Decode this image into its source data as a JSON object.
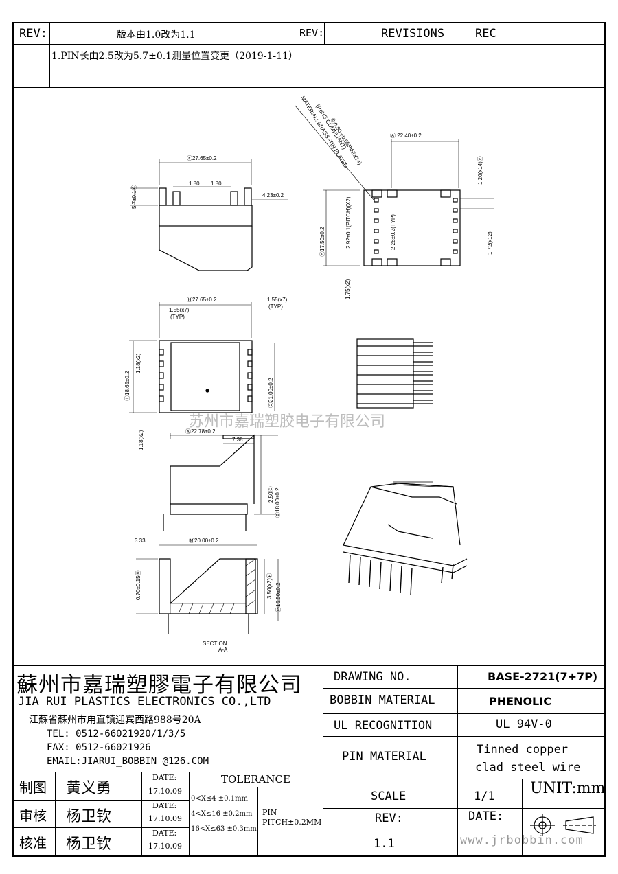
{
  "revision_table": {
    "rev_label_left": "REV:",
    "rev_note_1": "版本由1.0改为1.1",
    "rev_note_2": "1.PIN长由2.5改为5.7±0.1测量位置变更（2019-1-11）",
    "rev_label_right": "REV:",
    "revisions_label": "REVISIONS",
    "rec_label": "REC"
  },
  "drawing": {
    "material_note_1": "MATERIAL: BRASS -TIN PLATED",
    "material_note_2": "(RoHS COMPLIANT)",
    "pin_dim": "Ⓖ0.80 ±0.05PIN(X14)",
    "dim_a": "Ⓐ 22.40±0.2",
    "dim_e_top": "1.20(x14)Ⓔ",
    "dim_f": "Ⓕ27.65±0.2",
    "dim_g_top": "5.7±0.1Ⓖ",
    "dim_180a": "1.80",
    "dim_180b": "1.80",
    "dim_423": "4.23±0.2",
    "dim_pitch": "2.92±0.1(PITCH)(X2)",
    "dim_b": "Ⓑ17.50±0.2",
    "dim_228": "2.28±0.2(TYP)",
    "dim_172": "1.72(x12)",
    "dim_175": "1.75(x2)",
    "dim_h": "Ⓗ27.65±0.2",
    "dim_155a": "1.55(x7)",
    "dim_typa": "(TYP)",
    "dim_155b": "1.55(x7)",
    "dim_typb": "(TYP)",
    "dim_i": "Ⓘ18.65±0.2",
    "dim_118a": "1.18(x2)",
    "dim_c": "Ⓒ21.00±0.2",
    "dim_118b": "1.18(x2)",
    "dim_k": "Ⓚ22.78±0.2",
    "dim_738": "7.38",
    "dim_250": "2.50Ⓒ",
    "dim_d": "Ⓓ18.00±0.2",
    "dim_333": "3.33",
    "dim_m": "Ⓜ20.00±0.2",
    "dim_070": "0.70±0.15Ⓝ",
    "dim_350": "3.50(x2)Ⓟ",
    "dim_p": "Ⓟ15.50±0.2",
    "section_1": "SECTION",
    "section_2": "A-A",
    "watermark": "苏州市嘉瑞塑胶电子有限公司"
  },
  "title_block": {
    "company_cn": "蘇州市嘉瑞塑膠電子有限公司",
    "company_en": "JIA RUI PLASTICS ELECTRONICS CO.,LTD",
    "address": "江蘇省蘇州市甪直镇迎宾西路988号20A",
    "tel": "TEL: 0512-66021920/1/3/5",
    "fax": "FAX: 0512-66021926",
    "email": "EMAIL:JIARUI_BOBBIN @126.COM",
    "drawing_no_label": "DRAWING  NO.",
    "drawing_no_value": "BASE-2721(7+7P)",
    "bobbin_material_label": "BOBBIN  MATERIAL",
    "bobbin_material_value": "PHENOLIC",
    "ul_label": "UL RECOGNITION",
    "ul_value": "UL 94V-0",
    "pin_material_label": "PIN MATERIAL",
    "pin_material_value_1": "Tinned copper",
    "pin_material_value_2": "clad steel wire",
    "scale_label": "SCALE",
    "scale_value": "1/1",
    "unit_label": "UNIT:mm",
    "rev_label": "REV:",
    "rev_value": "1.1",
    "date_label": "DATE:",
    "url": "www.jrbobbin.com",
    "tolerance_label": "TOLERANCE",
    "tol_1": "0<X≤4  ±0.1mm",
    "tol_2": "4<X≤16 ±0.2mm",
    "tol_3": "16<X≤63 ±0.3mm",
    "pin_pitch_1": "PIN",
    "pin_pitch_2": "PITCH±0.2MM",
    "signoffs": [
      {
        "role": "制图",
        "name": "黄义勇",
        "date_label": "DATE:",
        "date": "17.10.09"
      },
      {
        "role": "审核",
        "name": "杨卫钦",
        "date_label": "DATE:",
        "date": "17.10.09"
      },
      {
        "role": "核准",
        "name": "杨卫钦",
        "date_label": "DATE:",
        "date": "17.10.09"
      }
    ]
  }
}
